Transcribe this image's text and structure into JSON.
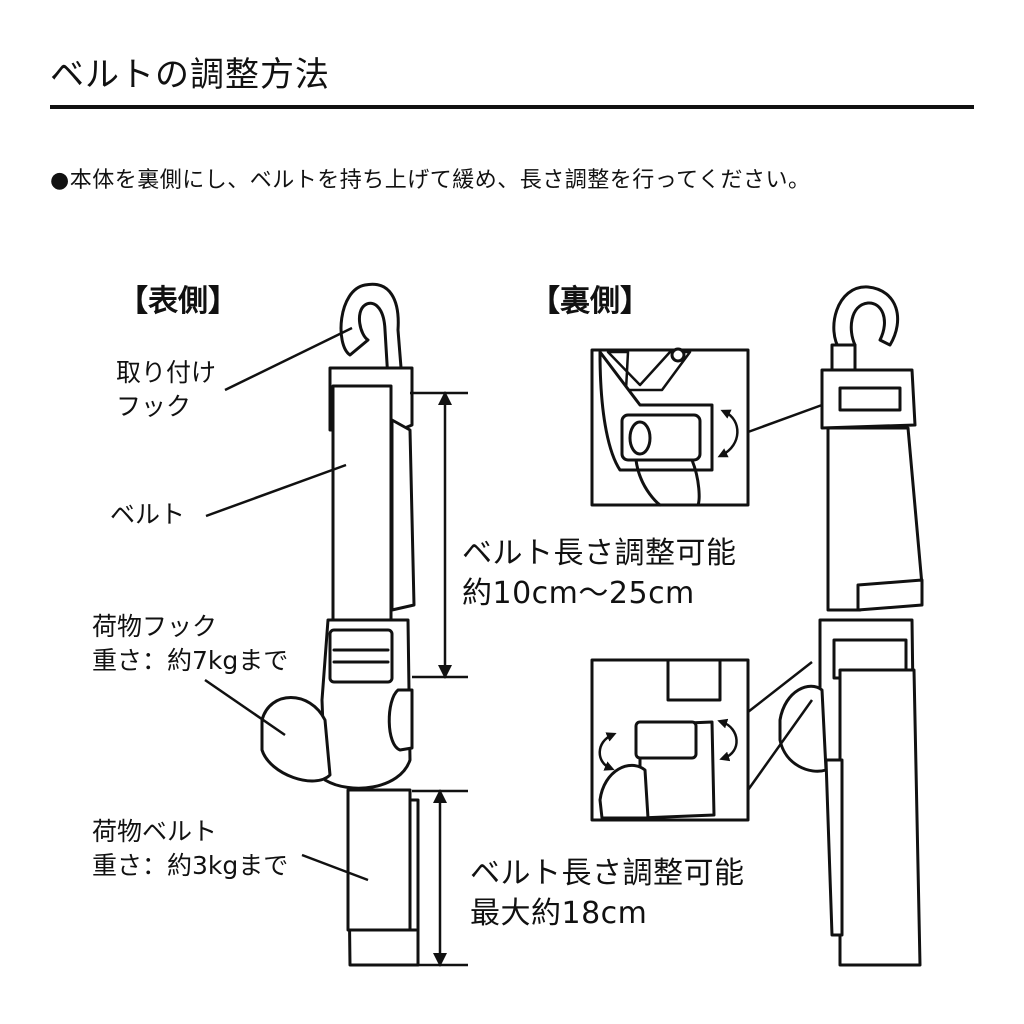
{
  "title": "ベルトの調整方法",
  "instruction": "●本体を裏側にし、ベルトを持ち上げて緩め、長さ調整を行ってください。",
  "front_view": {
    "heading": "【表側】",
    "labels": {
      "mount_hook": "取り付け\nフック",
      "belt": "ベルト",
      "cargo_hook": "荷物フック\n重さ：約7kgまで",
      "cargo_belt": "荷物ベルト\n重さ：約3kgまで"
    },
    "upper_adjust": "ベルト長さ調整可能\n約10cm〜25cm",
    "lower_adjust": "ベルト長さ調整可能\n最大約18cm"
  },
  "back_view": {
    "heading": "【裏側】"
  },
  "colors": {
    "line": "#111111",
    "fill": "#ffffff"
  }
}
